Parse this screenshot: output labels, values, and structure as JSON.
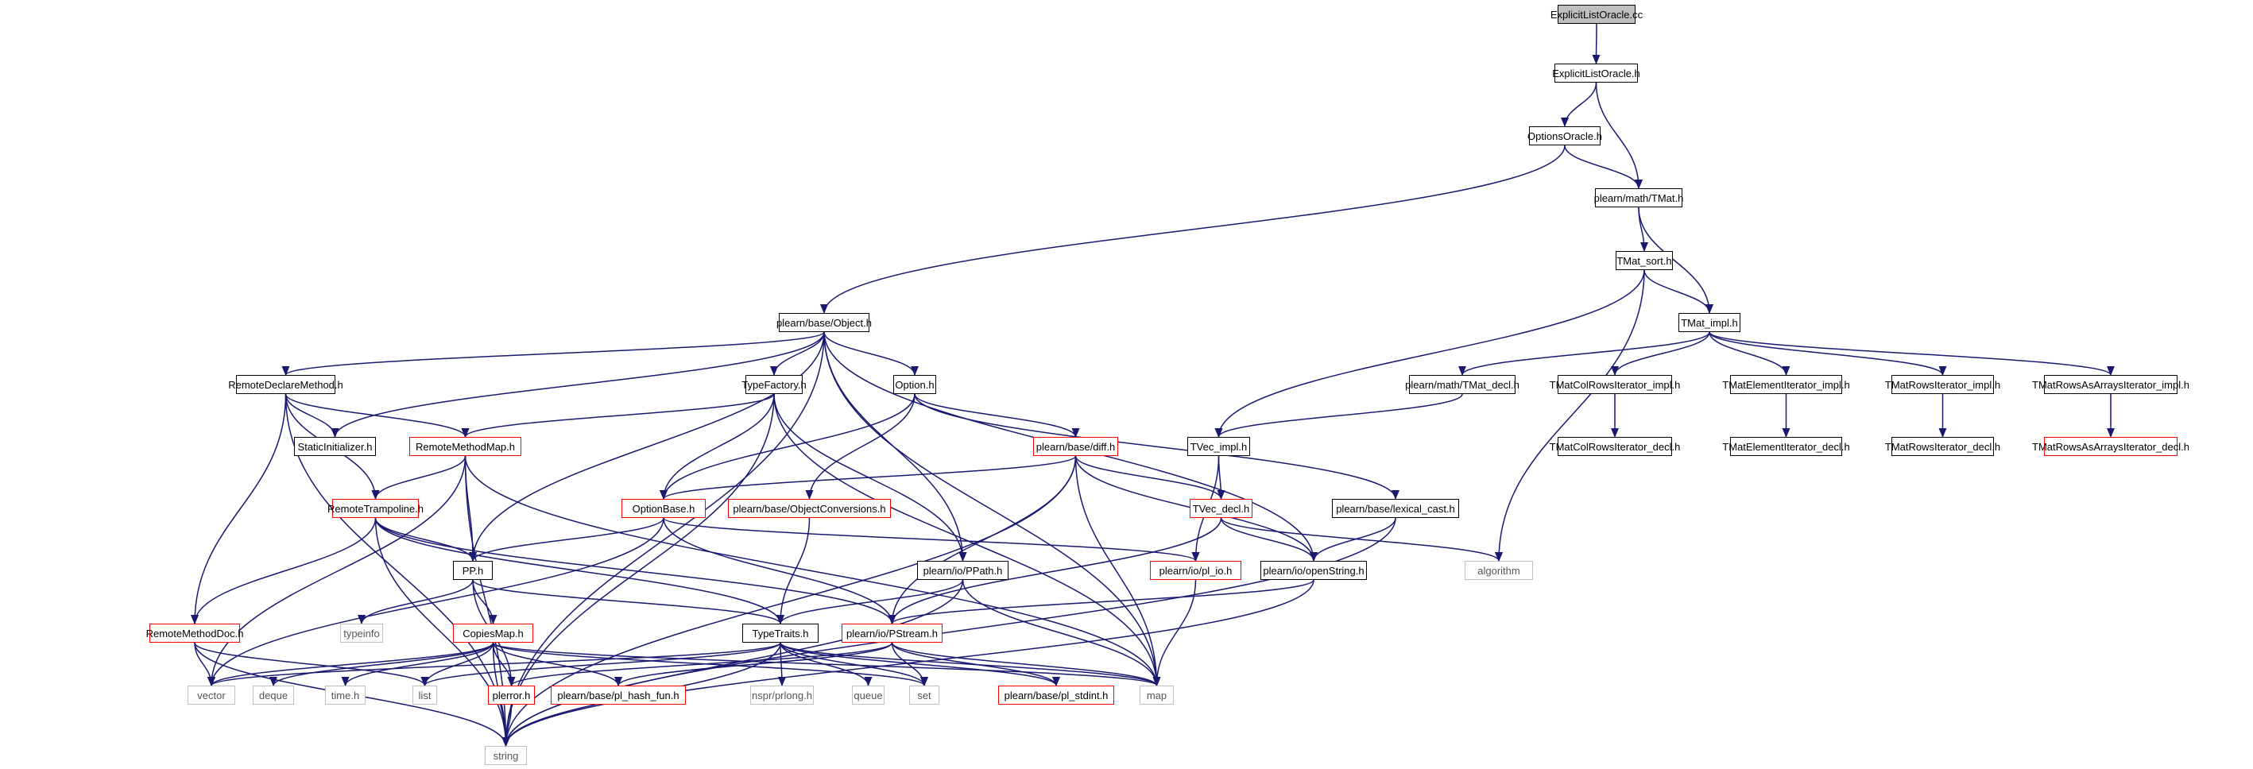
{
  "colors": {
    "edge": "#191970",
    "root_fill": "#bfbfbf",
    "normal_border": "#000000",
    "truncated_border": "#ff0000",
    "external_border": "#bfbfbf"
  },
  "nodes": {
    "ExplicitListOracle_cc": {
      "label": "ExplicitListOracle.cc",
      "kind": "root"
    },
    "ExplicitListOracle_h": {
      "label": "ExplicitListOracle.h",
      "kind": "normal"
    },
    "OptionsOracle_h": {
      "label": "OptionsOracle.h",
      "kind": "normal"
    },
    "TMat_h": {
      "label": "plearn/math/TMat.h",
      "kind": "normal"
    },
    "TMat_sort_h": {
      "label": "TMat_sort.h",
      "kind": "normal"
    },
    "TMat_impl_h": {
      "label": "TMat_impl.h",
      "kind": "normal"
    },
    "Object_h": {
      "label": "plearn/base/Object.h",
      "kind": "normal"
    },
    "RemoteDeclareMethod_h": {
      "label": "RemoteDeclareMethod.h",
      "kind": "normal"
    },
    "TypeFactory_h": {
      "label": "TypeFactory.h",
      "kind": "normal"
    },
    "Option_h": {
      "label": "Option.h",
      "kind": "normal"
    },
    "TMat_decl_h": {
      "label": "plearn/math/TMat_decl.h",
      "kind": "normal"
    },
    "TMatColRowsIterator_impl_h": {
      "label": "TMatColRowsIterator_impl.h",
      "kind": "normal"
    },
    "TMatElementIterator_impl_h": {
      "label": "TMatElementIterator_impl.h",
      "kind": "normal"
    },
    "TMatRowsIterator_impl_h": {
      "label": "TMatRowsIterator_impl.h",
      "kind": "normal"
    },
    "TMatRowsAsArraysIterator_impl_h": {
      "label": "TMatRowsAsArraysIterator_impl.h",
      "kind": "normal"
    },
    "StaticInitializer_h": {
      "label": "StaticInitializer.h",
      "kind": "normal"
    },
    "RemoteMethodMap_h": {
      "label": "RemoteMethodMap.h",
      "kind": "truncated"
    },
    "diff_h": {
      "label": "plearn/base/diff.h",
      "kind": "truncated"
    },
    "TVec_impl_h": {
      "label": "TVec_impl.h",
      "kind": "normal"
    },
    "TMatColRowsIterator_decl_h": {
      "label": "TMatColRowsIterator_decl.h",
      "kind": "normal"
    },
    "TMatElementIterator_decl_h": {
      "label": "TMatElementIterator_decl.h",
      "kind": "normal"
    },
    "TMatRowsIterator_decl_h": {
      "label": "TMatRowsIterator_decl.h",
      "kind": "normal"
    },
    "TMatRowsAsArraysIterator_decl_h": {
      "label": "TMatRowsAsArraysIterator_decl.h",
      "kind": "truncated"
    },
    "RemoteTrampoline_h": {
      "label": "RemoteTrampoline.h",
      "kind": "truncated"
    },
    "OptionBase_h": {
      "label": "OptionBase.h",
      "kind": "truncated"
    },
    "ObjectConversions_h": {
      "label": "plearn/base/ObjectConversions.h",
      "kind": "truncated"
    },
    "TVec_decl_h": {
      "label": "TVec_decl.h",
      "kind": "truncated"
    },
    "lexical_cast_h": {
      "label": "plearn/base/lexical_cast.h",
      "kind": "normal"
    },
    "PP_h": {
      "label": "PP.h",
      "kind": "normal"
    },
    "PPath_h": {
      "label": "plearn/io/PPath.h",
      "kind": "normal"
    },
    "pl_io_h": {
      "label": "plearn/io/pl_io.h",
      "kind": "truncated"
    },
    "openString_h": {
      "label": "plearn/io/openString.h",
      "kind": "normal"
    },
    "algorithm": {
      "label": "algorithm",
      "kind": "external"
    },
    "typeinfo": {
      "label": "typeinfo",
      "kind": "external"
    },
    "RemoteMethodDoc_h": {
      "label": "RemoteMethodDoc.h",
      "kind": "truncated"
    },
    "CopiesMap_h": {
      "label": "CopiesMap.h",
      "kind": "truncated"
    },
    "TypeTraits_h": {
      "label": "TypeTraits.h",
      "kind": "normal"
    },
    "PStream_h": {
      "label": "plearn/io/PStream.h",
      "kind": "truncated"
    },
    "vector": {
      "label": "vector",
      "kind": "external"
    },
    "deque": {
      "label": "deque",
      "kind": "external"
    },
    "time_h": {
      "label": "time.h",
      "kind": "external"
    },
    "list": {
      "label": "list",
      "kind": "external"
    },
    "plerror_h": {
      "label": "plerror.h",
      "kind": "truncated"
    },
    "pl_hash_fun_h": {
      "label": "plearn/base/pl_hash_fun.h",
      "kind": "truncated"
    },
    "prlong_h": {
      "label": "nspr/prlong.h",
      "kind": "external"
    },
    "queue": {
      "label": "queue",
      "kind": "external"
    },
    "set": {
      "label": "set",
      "kind": "external"
    },
    "pl_stdint_h": {
      "label": "plearn/base/pl_stdint.h",
      "kind": "truncated"
    },
    "map": {
      "label": "map",
      "kind": "external"
    },
    "string": {
      "label": "string",
      "kind": "external"
    }
  },
  "edges": [
    [
      "ExplicitListOracle_cc",
      "ExplicitListOracle_h"
    ],
    [
      "ExplicitListOracle_h",
      "OptionsOracle_h"
    ],
    [
      "ExplicitListOracle_h",
      "TMat_h"
    ],
    [
      "OptionsOracle_h",
      "TMat_h"
    ],
    [
      "OptionsOracle_h",
      "Object_h"
    ],
    [
      "TMat_h",
      "TMat_sort_h"
    ],
    [
      "TMat_h",
      "TMat_impl_h"
    ],
    [
      "TMat_sort_h",
      "TMat_impl_h"
    ],
    [
      "TMat_sort_h",
      "TVec_impl_h"
    ],
    [
      "TMat_sort_h",
      "algorithm"
    ],
    [
      "TMat_impl_h",
      "TMat_decl_h"
    ],
    [
      "TMat_impl_h",
      "TMatColRowsIterator_impl_h"
    ],
    [
      "TMat_impl_h",
      "TMatElementIterator_impl_h"
    ],
    [
      "TMat_impl_h",
      "TMatRowsIterator_impl_h"
    ],
    [
      "TMat_impl_h",
      "TMatRowsAsArraysIterator_impl_h"
    ],
    [
      "TMat_decl_h",
      "TVec_impl_h"
    ],
    [
      "TMatColRowsIterator_impl_h",
      "TMatColRowsIterator_decl_h"
    ],
    [
      "TMatElementIterator_impl_h",
      "TMatElementIterator_decl_h"
    ],
    [
      "TMatRowsIterator_impl_h",
      "TMatRowsIterator_decl_h"
    ],
    [
      "TMatRowsAsArraysIterator_impl_h",
      "TMatRowsAsArraysIterator_decl_h"
    ],
    [
      "TVec_impl_h",
      "TVec_decl_h"
    ],
    [
      "TVec_impl_h",
      "pl_io_h"
    ],
    [
      "Object_h",
      "RemoteDeclareMethod_h"
    ],
    [
      "Object_h",
      "TypeFactory_h"
    ],
    [
      "Object_h",
      "Option_h"
    ],
    [
      "Object_h",
      "StaticInitializer_h"
    ],
    [
      "Object_h",
      "PP_h"
    ],
    [
      "Object_h",
      "PPath_h"
    ],
    [
      "Object_h",
      "openString_h"
    ],
    [
      "Object_h",
      "map"
    ],
    [
      "Object_h",
      "string"
    ],
    [
      "RemoteDeclareMethod_h",
      "StaticInitializer_h"
    ],
    [
      "RemoteDeclareMethod_h",
      "RemoteMethodMap_h"
    ],
    [
      "RemoteDeclareMethod_h",
      "RemoteTrampoline_h"
    ],
    [
      "RemoteDeclareMethod_h",
      "RemoteMethodDoc_h"
    ],
    [
      "RemoteDeclareMethod_h",
      "string"
    ],
    [
      "TypeFactory_h",
      "RemoteMethodMap_h"
    ],
    [
      "TypeFactory_h",
      "OptionBase_h"
    ],
    [
      "TypeFactory_h",
      "PPath_h"
    ],
    [
      "TypeFactory_h",
      "map"
    ],
    [
      "TypeFactory_h",
      "string"
    ],
    [
      "Option_h",
      "OptionBase_h"
    ],
    [
      "Option_h",
      "ObjectConversions_h"
    ],
    [
      "Option_h",
      "diff_h"
    ],
    [
      "Option_h",
      "lexical_cast_h"
    ],
    [
      "RemoteMethodMap_h",
      "RemoteTrampoline_h"
    ],
    [
      "RemoteMethodMap_h",
      "PP_h"
    ],
    [
      "RemoteMethodMap_h",
      "vector"
    ],
    [
      "RemoteMethodMap_h",
      "map"
    ],
    [
      "RemoteMethodMap_h",
      "string"
    ],
    [
      "diff_h",
      "OptionBase_h"
    ],
    [
      "diff_h",
      "TVec_decl_h"
    ],
    [
      "diff_h",
      "openString_h"
    ],
    [
      "diff_h",
      "PStream_h"
    ],
    [
      "diff_h",
      "map"
    ],
    [
      "diff_h",
      "string"
    ],
    [
      "RemoteTrampoline_h",
      "PP_h"
    ],
    [
      "RemoteTrampoline_h",
      "RemoteMethodDoc_h"
    ],
    [
      "RemoteTrampoline_h",
      "TypeTraits_h"
    ],
    [
      "RemoteTrampoline_h",
      "PStream_h"
    ],
    [
      "RemoteTrampoline_h",
      "string"
    ],
    [
      "OptionBase_h",
      "PP_h"
    ],
    [
      "OptionBase_h",
      "pl_io_h"
    ],
    [
      "OptionBase_h",
      "PStream_h"
    ],
    [
      "OptionBase_h",
      "vector"
    ],
    [
      "ObjectConversions_h",
      "TypeTraits_h"
    ],
    [
      "TVec_decl_h",
      "openString_h"
    ],
    [
      "TVec_decl_h",
      "PStream_h"
    ],
    [
      "TVec_decl_h",
      "algorithm"
    ],
    [
      "lexical_cast_h",
      "openString_h"
    ],
    [
      "lexical_cast_h",
      "string"
    ],
    [
      "PP_h",
      "typeinfo"
    ],
    [
      "PP_h",
      "CopiesMap_h"
    ],
    [
      "PP_h",
      "TypeTraits_h"
    ],
    [
      "PP_h",
      "plerror_h"
    ],
    [
      "PPath_h",
      "TypeTraits_h"
    ],
    [
      "PPath_h",
      "map"
    ],
    [
      "PPath_h",
      "string"
    ],
    [
      "pl_io_h",
      "map"
    ],
    [
      "openString_h",
      "PStream_h"
    ],
    [
      "openString_h",
      "string"
    ],
    [
      "RemoteMethodDoc_h",
      "vector"
    ],
    [
      "RemoteMethodDoc_h",
      "list"
    ],
    [
      "RemoteMethodDoc_h",
      "string"
    ],
    [
      "CopiesMap_h",
      "vector"
    ],
    [
      "CopiesMap_h",
      "deque"
    ],
    [
      "CopiesMap_h",
      "list"
    ],
    [
      "CopiesMap_h",
      "plerror_h"
    ],
    [
      "CopiesMap_h",
      "pl_hash_fun_h"
    ],
    [
      "CopiesMap_h",
      "set"
    ],
    [
      "CopiesMap_h",
      "map"
    ],
    [
      "CopiesMap_h",
      "string"
    ],
    [
      "CopiesMap_h",
      "time_h"
    ],
    [
      "TypeTraits_h",
      "vector"
    ],
    [
      "TypeTraits_h",
      "list"
    ],
    [
      "TypeTraits_h",
      "prlong_h"
    ],
    [
      "TypeTraits_h",
      "queue"
    ],
    [
      "TypeTraits_h",
      "set"
    ],
    [
      "TypeTraits_h",
      "pl_stdint_h"
    ],
    [
      "TypeTraits_h",
      "map"
    ],
    [
      "TypeTraits_h",
      "string"
    ],
    [
      "PStream_h",
      "plerror_h"
    ],
    [
      "PStream_h",
      "pl_hash_fun_h"
    ],
    [
      "PStream_h",
      "set"
    ],
    [
      "PStream_h",
      "pl_stdint_h"
    ],
    [
      "PStream_h",
      "map"
    ],
    [
      "plerror_h",
      "string"
    ]
  ]
}
